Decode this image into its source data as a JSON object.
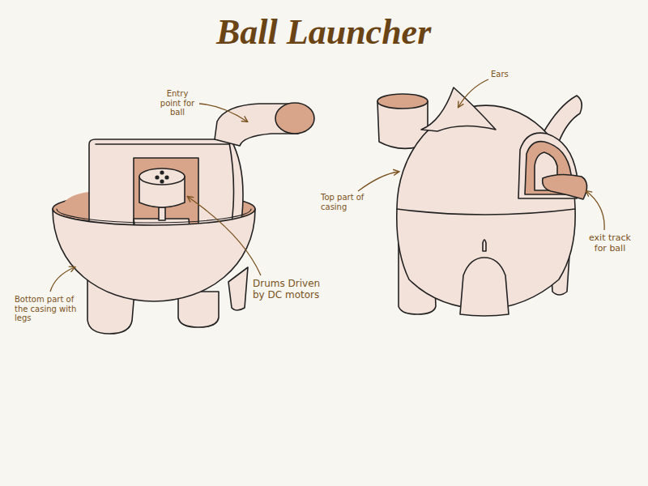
{
  "diagram": {
    "title": "Ball Launcher",
    "labels": [
      "Entry point for ball",
      "Bottom part of the casing with legs",
      "Drums Driven by DC motors",
      "Ears",
      "Top part of casing",
      "exit track for ball"
    ]
  }
}
